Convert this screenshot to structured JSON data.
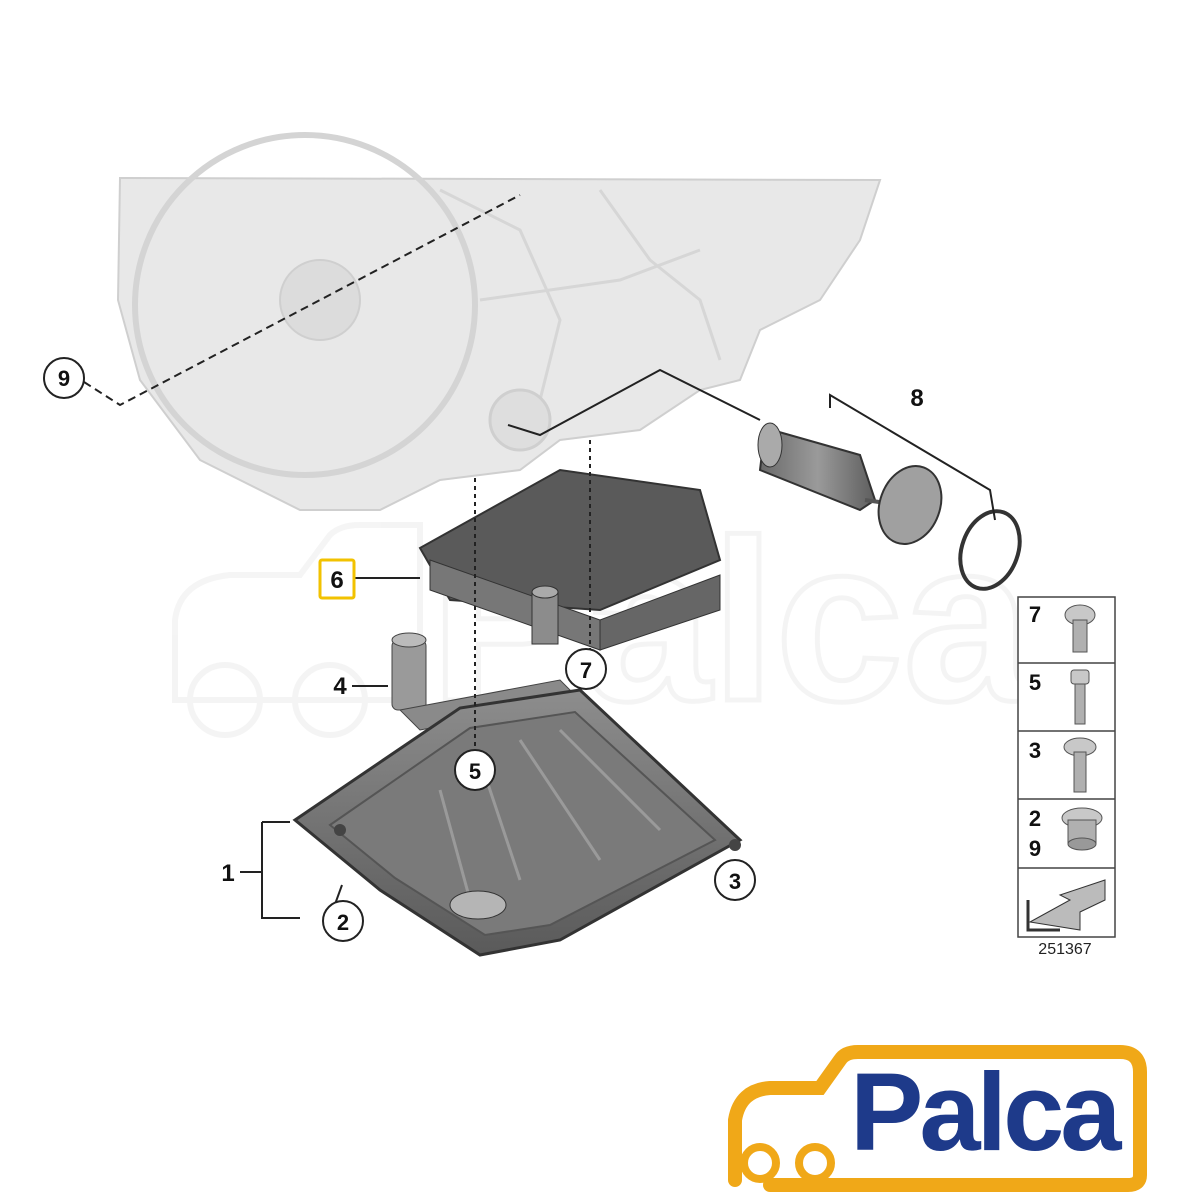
{
  "callouts": {
    "c1": "1",
    "c2": "2",
    "c3": "3",
    "c4": "4",
    "c5": "5",
    "c6": "6",
    "c7": "7",
    "c8": "8",
    "c9": "9"
  },
  "legend": {
    "r1": "7",
    "r2": "5",
    "r3": "3",
    "r4a": "2",
    "r4b": "9"
  },
  "diagram_id": "251367",
  "brand": {
    "logo_text": "Palca",
    "primary_color": "#1e3a8a",
    "accent_color": "#f0a818",
    "highlight_color": "#f2c200"
  }
}
